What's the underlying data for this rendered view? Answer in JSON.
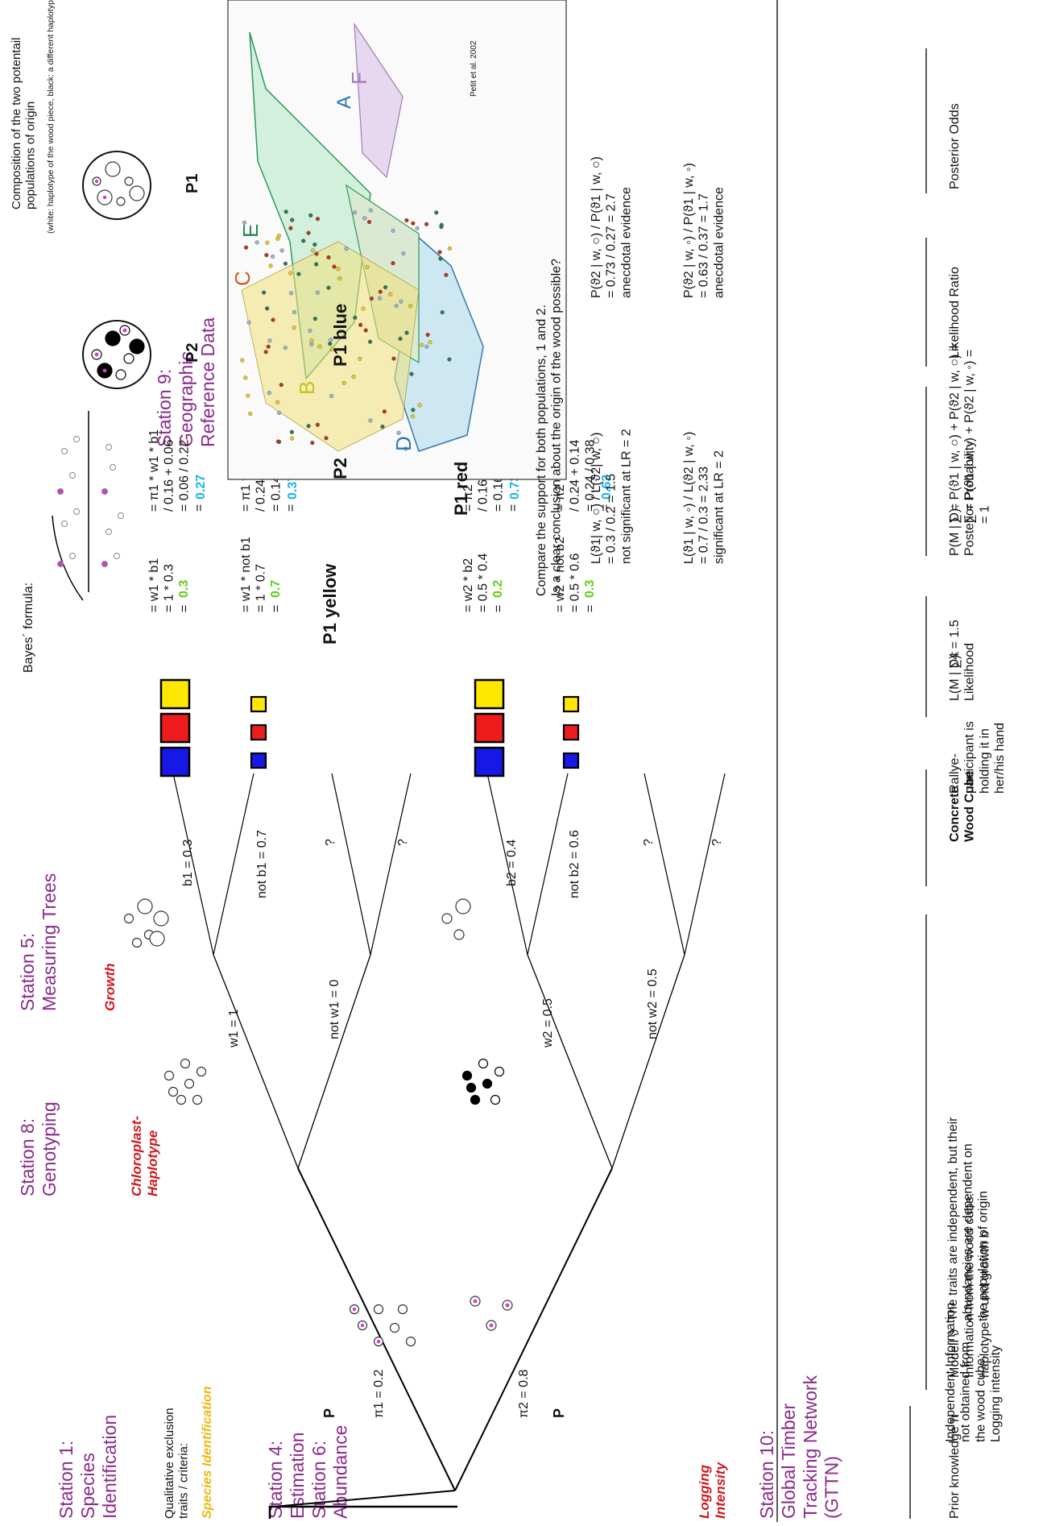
{
  "stations": {
    "s1": "Station 1:\nSpecies\nIdentification",
    "s8": "Station 8:\nGenotyping",
    "s5": "Station 5:\nMeasuring Trees",
    "s4": "Station 4:\nEstimation\nStation 6:\nAbundance",
    "s10": "Station 10:\nGlobal Timber\nTracking Network\n(GTTN)",
    "s9": "Station 9:\nGeographic\nReference Data"
  },
  "labels": {
    "qualitative": "Qualitative exclusion\ntraits / criteria:",
    "species_identification": "Species Identification",
    "chloroplast": "Chloroplast-\nHaplotype",
    "growth": "Growth",
    "logging": "Logging\nIntensity",
    "p1": "P",
    "p2": "P",
    "pi1": "π1 = 0.2",
    "pi2": "π2 = 0.8",
    "w1": "w1 = 1",
    "notw1": "not w1 = 0",
    "w2": "w2 = 0.5",
    "notw2": "not w2 = 0.5",
    "b1": "b1 = 0.3",
    "notb1": "not b1 = 0.7",
    "b2": "b2 = 0.4",
    "notb2": "not b2 = 0.6",
    "q": "?"
  },
  "likelihood": {
    "l1": "= w1 * b1\n= 1 * 0.3\n=",
    "l1v": "0.3",
    "l2": "= w1 * not b1\n= 1 * 0.7\n=",
    "l2v": "0.7",
    "l3": "= w2 * b2\n= 0.5 * 0.4\n=",
    "l3v": "0.2",
    "l4": "= w2 * not b2\n= 0.5 * 0.6\n=",
    "l4v": "0.3"
  },
  "posterior": {
    "bayes": "Bayes´ formula:",
    "p1": "= π1 * w1 * b1\n/ 0.16 + 0.06\n= 0.06 / 0.22\n=",
    "p1v": "0.27",
    "p2": "= π1 * w1 * not b1\n/ 0.24 + 0.14\n= 0.14 / 0.38\n=",
    "p2v": "0.37",
    "p3": "= π2 * w2 * b2\n/ 0.16 + 0.06\n= 0.16 / 0.22\n=",
    "p3v": "0.73",
    "p4": "= π2 * w2 * not b2\n/ 0.24 + 0.14\n= 0.24 / 0.38\n=",
    "p4v": "0.63"
  },
  "map": {
    "credit": "Petit et al. 2002",
    "p1_yellow": "P1 yellow",
    "p1_blue": "P1 blue",
    "p1_red": "P1 red",
    "p2": "P2",
    "A": "A",
    "B": "B",
    "C": "C",
    "D": "D",
    "E": "E",
    "F": "F"
  },
  "composition": {
    "title": "Composition of the two potentail\npopulations of origin",
    "sub": "(white: haplotype of the wood piece, black: a different haplotype)",
    "p1": "P1",
    "p2": "P2"
  },
  "compare": {
    "question": "Compare the support for both populations, 1 and 2.\nIs a clear conclusion about the origin of the wood possible?",
    "lr1": "L(ϑ1| w, ○) / L(ϑ2| w, ○)\n= 0.3 / 0.2 = 1.5\nnot significant at LR = 2",
    "lr2": "L(ϑ1 | w, ◦) / L(ϑ2 | w, ◦)\n= 0.7 / 0.3 = 2.33\nsignificant at LR = 2",
    "po1": "P(ϑ2 | w, ○) / P(ϑ1 | w, ○)\n= 0.73 / 0.27 = 2.7\nanecdotal evidence",
    "po2": "P(ϑ2 | w, ◦) / P(ϑ1 | w, ◦)\n= 0.63 / 0.37 = 1.7\nanecdotal evidence"
  },
  "footer": {
    "prior": "Prior knowledge π",
    "independent": "Independent Information\nnot obtained from\nthe wood cube:\nLogging intensity",
    "model": "Modell ϑ\nInformation from the wood cube:\nhaplotype w und growth b",
    "traits": "The traits are independent, but their\nabundancies are dependent on\nthe population of origin",
    "cube": "Concrete\nWood Cube",
    "rally": "Rallye-\nparticipant is\nholding it in\nher/his hand",
    "lik": "L(M | D):\nLikelihood",
    "sum4": "∑4 = 1.5",
    "post": "P(M | D):\nPosterior Probability",
    "sums": "∑ = P(ϑ1 | w, ○) + P(ϑ2 | w, ○) =\n∑ = P(ϑ1 | w, ◦) + P(ϑ2 | w, ◦) =\n= 1",
    "lr": "Likelihood Ratio",
    "po": "Posterior Odds"
  }
}
